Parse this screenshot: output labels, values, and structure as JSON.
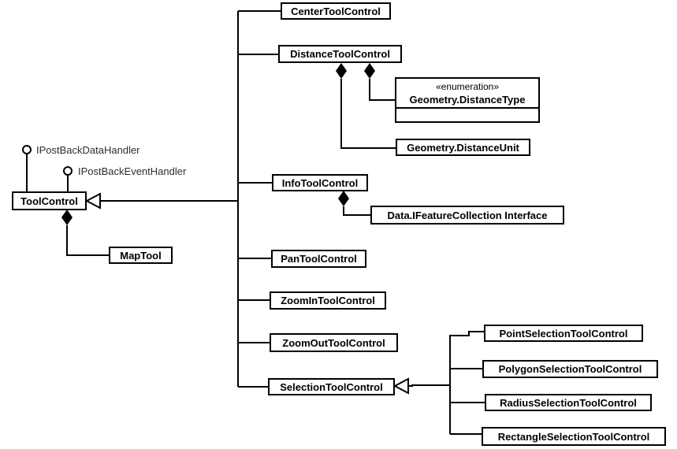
{
  "diagram": {
    "kind": "UML class diagram",
    "background": "#ffffff",
    "line_color": "#000000",
    "box_fill": "#ffffff",
    "text_color": "#000000"
  },
  "interfaces": [
    {
      "label": "IPostBackDataHandler"
    },
    {
      "label": "IPostBackEventHandler"
    }
  ],
  "nodes": {
    "tool_control": "ToolControl",
    "map_tool": "MapTool",
    "center_tool": "CenterToolControl",
    "distance_tool": "DistanceToolControl",
    "distance_type_stereotype": "«enumeration»",
    "distance_type": "Geometry.DistanceType",
    "distance_unit": "Geometry.DistanceUnit",
    "info_tool": "InfoToolControl",
    "feature_collection": "Data.IFeatureCollection Interface",
    "pan_tool": "PanToolControl",
    "zoom_in_tool": "ZoomInToolControl",
    "zoom_out_tool": "ZoomOutToolControl",
    "selection_tool": "SelectionToolControl",
    "point_selection": "PointSelectionToolControl",
    "polygon_selection": "PolygonSelectionToolControl",
    "radius_selection": "RadiusSelectionToolControl",
    "rectangle_selection": "RectangleSelectionToolControl"
  },
  "relationships": {
    "realizations": [
      {
        "class": "ToolControl",
        "interface": "IPostBackDataHandler",
        "notation": "lollipop"
      },
      {
        "class": "ToolControl",
        "interface": "IPostBackEventHandler",
        "notation": "lollipop"
      }
    ],
    "generalizations": [
      {
        "parent": "ToolControl",
        "children": [
          "CenterToolControl",
          "DistanceToolControl",
          "InfoToolControl",
          "PanToolControl",
          "ZoomInToolControl",
          "ZoomOutToolControl",
          "SelectionToolControl"
        ]
      },
      {
        "parent": "SelectionToolControl",
        "children": [
          "PointSelectionToolControl",
          "PolygonSelectionToolControl",
          "RadiusSelectionToolControl",
          "RectangleSelectionToolControl"
        ]
      }
    ],
    "compositions": [
      {
        "owner": "ToolControl",
        "part": "MapTool"
      },
      {
        "owner": "DistanceToolControl",
        "part": "Geometry.DistanceType"
      },
      {
        "owner": "DistanceToolControl",
        "part": "Geometry.DistanceUnit"
      },
      {
        "owner": "InfoToolControl",
        "part": "Data.IFeatureCollection Interface"
      }
    ]
  }
}
